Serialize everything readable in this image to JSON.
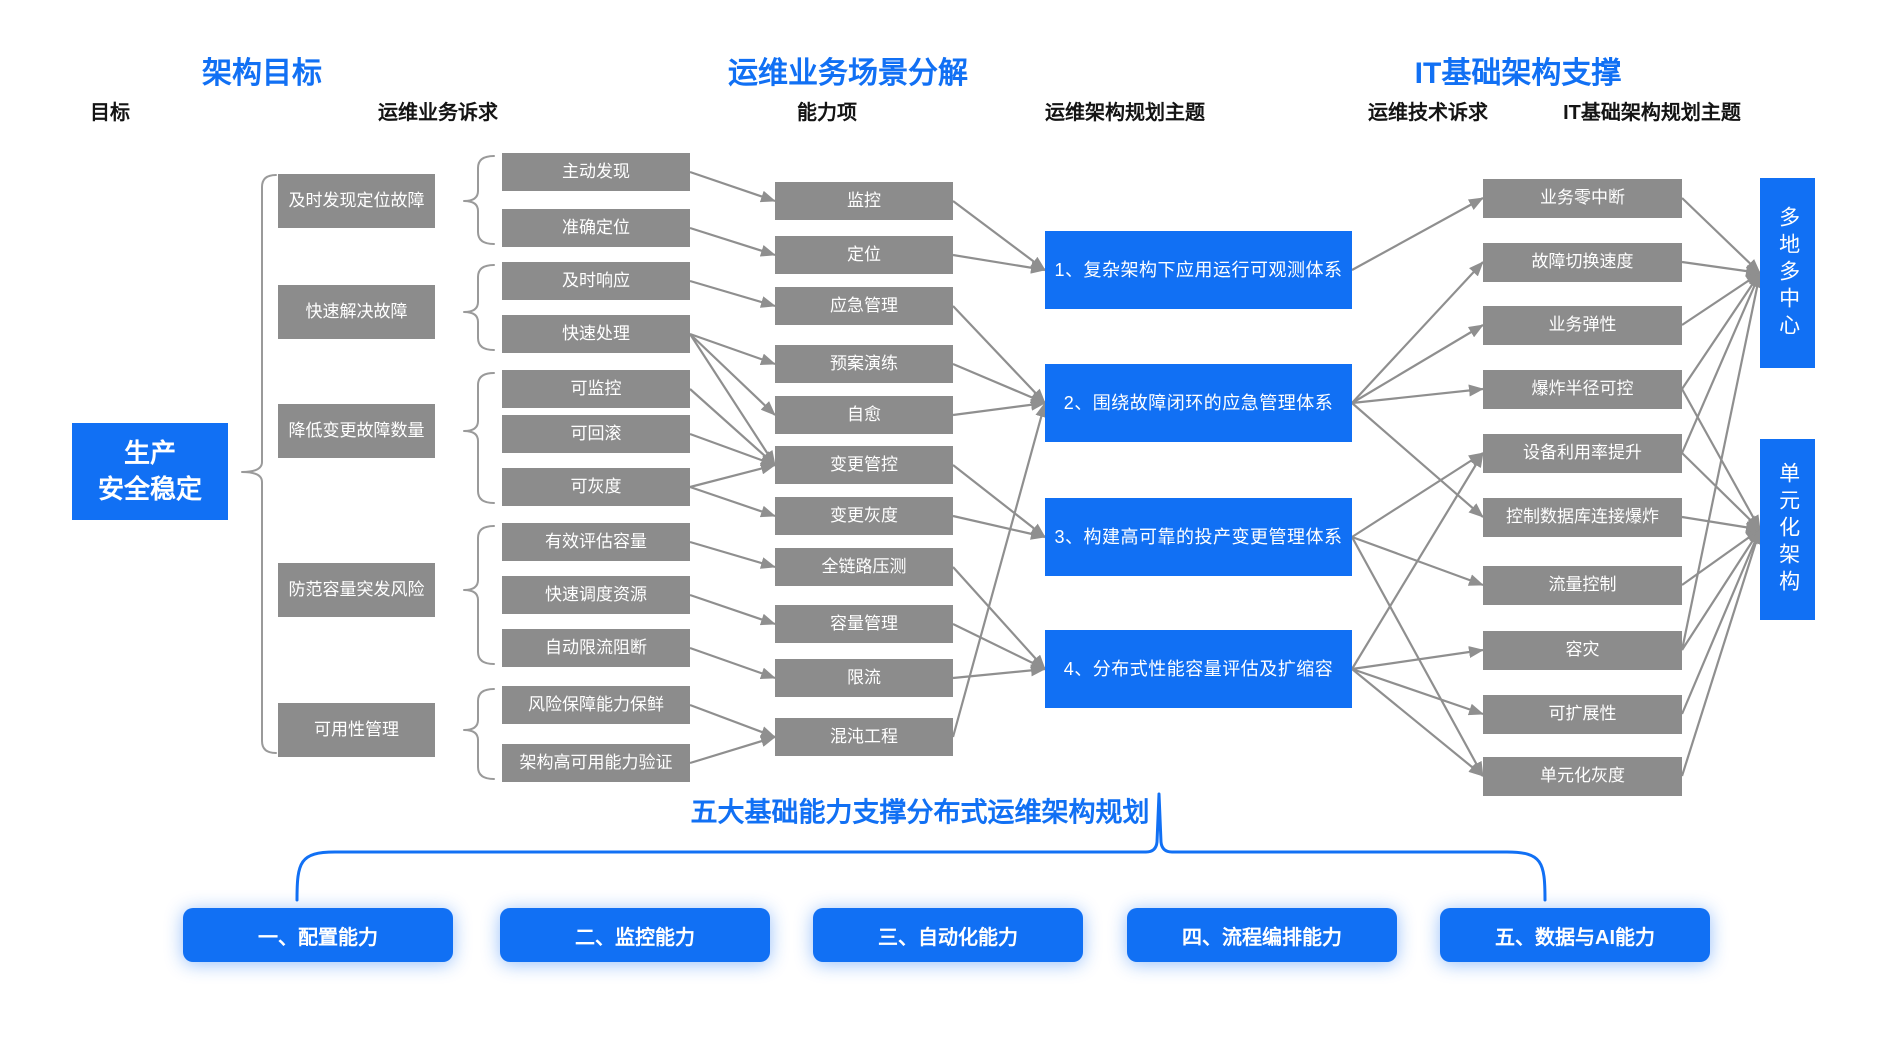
{
  "headers": {
    "left": "架构目标",
    "middle": "运维业务场景分解",
    "right": "IT基础架构支撑"
  },
  "column_labels": {
    "goal": "目标",
    "business_demand": "运维业务诉求",
    "capability": "能力项",
    "ops_theme": "运维架构规划主题",
    "tech_demand": "运维技术诉求",
    "it_theme": "IT基础架构规划主题"
  },
  "root_goal": {
    "line1": "生产",
    "line2": "安全稳定"
  },
  "goals": [
    "及时发现定位故障",
    "快速解决故障",
    "降低变更故障数量",
    "防范容量突发风险",
    "可用性管理"
  ],
  "business_demands": [
    "主动发现",
    "准确定位",
    "及时响应",
    "快速处理",
    "可监控",
    "可回滚",
    "可灰度",
    "有效评估容量",
    "快速调度资源",
    "自动限流阻断",
    "风险保障能力保鲜",
    "架构高可用能力验证"
  ],
  "capabilities": [
    "监控",
    "定位",
    "应急管理",
    "预案演练",
    "自愈",
    "变更管控",
    "变更灰度",
    "全链路压测",
    "容量管理",
    "限流",
    "混沌工程"
  ],
  "ops_themes": [
    "1、复杂架构下应用运行可观测体系",
    "2、围绕故障闭环的应急管理体系",
    "3、构建高可靠的投产变更管理体系",
    "4、分布式性能容量评估及扩缩容"
  ],
  "tech_demands": [
    "业务零中断",
    "故障切换速度",
    "业务弹性",
    "爆炸半径可控",
    "设备利用率提升",
    "控制数据库连接爆炸",
    "流量控制",
    "容灾",
    "可扩展性",
    "单元化灰度"
  ],
  "it_themes": [
    "多地多中心",
    "单元化架构"
  ],
  "bottom": {
    "title": "五大基础能力支撑分布式运维架构规划",
    "buttons": [
      "一、配置能力",
      "二、监控能力",
      "三、自动化能力",
      "四、流程编排能力",
      "五、数据与AI能力"
    ]
  },
  "goal_groups": [
    [
      0,
      0,
      1
    ],
    [
      1,
      2,
      3
    ],
    [
      2,
      4,
      6
    ],
    [
      3,
      7,
      9
    ],
    [
      4,
      10,
      11
    ]
  ],
  "links": {
    "demand_to_capability": [
      [
        0,
        0
      ],
      [
        1,
        1
      ],
      [
        2,
        2
      ],
      [
        3,
        3
      ],
      [
        3,
        4
      ],
      [
        3,
        5
      ],
      [
        4,
        5
      ],
      [
        5,
        5
      ],
      [
        6,
        5
      ],
      [
        6,
        6
      ],
      [
        7,
        7
      ],
      [
        8,
        8
      ],
      [
        9,
        9
      ],
      [
        10,
        10
      ],
      [
        11,
        10
      ]
    ],
    "capability_to_theme": [
      [
        0,
        0
      ],
      [
        1,
        0
      ],
      [
        2,
        1
      ],
      [
        3,
        1
      ],
      [
        4,
        1
      ],
      [
        10,
        1
      ],
      [
        5,
        2
      ],
      [
        6,
        2
      ],
      [
        7,
        3
      ],
      [
        8,
        3
      ],
      [
        9,
        3
      ]
    ],
    "theme_to_tech": [
      [
        0,
        0
      ],
      [
        1,
        1
      ],
      [
        1,
        2
      ],
      [
        1,
        3
      ],
      [
        1,
        5
      ],
      [
        2,
        4
      ],
      [
        2,
        6
      ],
      [
        2,
        9
      ],
      [
        3,
        4
      ],
      [
        3,
        7
      ],
      [
        3,
        8
      ],
      [
        3,
        9
      ]
    ],
    "tech_to_it": [
      [
        0,
        0
      ],
      [
        1,
        0
      ],
      [
        2,
        0
      ],
      [
        3,
        0
      ],
      [
        4,
        0
      ],
      [
        7,
        0
      ],
      [
        3,
        1
      ],
      [
        4,
        1
      ],
      [
        5,
        1
      ],
      [
        6,
        1
      ],
      [
        7,
        1
      ],
      [
        8,
        1
      ],
      [
        9,
        1
      ]
    ]
  },
  "colors": {
    "accent_blue": "#1170f4",
    "box_gray": "#8c8c8c",
    "arrow_gray": "#8f8f8f"
  }
}
